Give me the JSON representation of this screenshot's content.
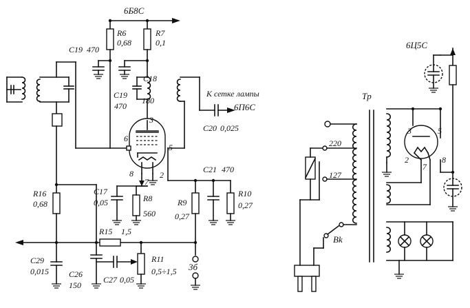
{
  "labels": {
    "supply_tube": "6Б8С",
    "R6": "R6",
    "R6_val": "0,68",
    "R7": "R7",
    "R7_val": "0,1",
    "C19a": "C19",
    "C19a_val": "470",
    "C18": "C18",
    "C18_val": "180",
    "C19b": "C19",
    "C19b_val": "470",
    "grid_note": "К сетке лампы",
    "out_tube": "6П6С",
    "C20": "C20",
    "C20_val": "0,025",
    "C21": "C21",
    "C21_val": "470",
    "R16": "R16",
    "R16_val": "0,68",
    "C17": "C17",
    "C17_val": "0,05",
    "R8": "R8",
    "R8_val": "560",
    "R9": "R9",
    "R9_val": "0,27",
    "R10": "R10",
    "R10_val": "0,27",
    "R15": "R15",
    "R15_val": "1,5",
    "C29": "C29",
    "C29_val": "0,015",
    "C26": "C26",
    "C26_val": "150",
    "C27": "C27",
    "C27_val": "0,05",
    "R11": "R11",
    "R11_val": "0,5÷1,5",
    "pin6": "6",
    "pin5": "5",
    "pin3": "3",
    "pin8": "8",
    "pin7": "7",
    "pin2": "2",
    "jack": "3б",
    "rect_tube": "6Ц5С",
    "transformer": "Tp",
    "v220": "220",
    "v127": "127",
    "switch": "Bk",
    "rpin3": "3",
    "rpin5": "5",
    "rpin2": "2",
    "rpin7": "7",
    "rpin8": "8"
  }
}
